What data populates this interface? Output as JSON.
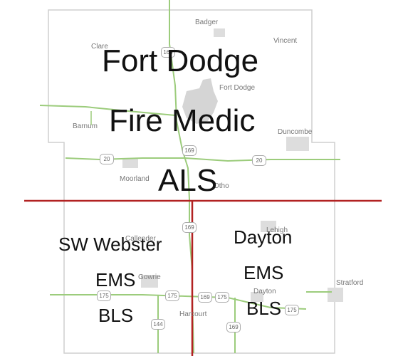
{
  "title": {
    "line1": "Fort Dodge",
    "line2": "Fire Medic",
    "line3": "ALS"
  },
  "zones": {
    "sw": {
      "line1": "SW Webster",
      "line2": "EMS",
      "line3": "BLS"
    },
    "se": {
      "line1": "Dayton",
      "line2": "EMS",
      "line3": "BLS"
    }
  },
  "towns": {
    "badger": "Badger",
    "clare": "Clare",
    "vincent": "Vincent",
    "fort_dodge": "Fort Dodge",
    "barnum": "Barnum",
    "duncombe": "Duncombe",
    "moorland": "Moorland",
    "otho": "Otho",
    "lehigh": "Lehigh",
    "callender": "Callender",
    "gowrie": "Gowrie",
    "dayton": "Dayton",
    "stratford": "Stratford",
    "harcourt": "Harcourt"
  },
  "highways": {
    "us169": "169",
    "us20": "20",
    "ia175": "175",
    "ia144": "144"
  },
  "colors": {
    "divider": "#b22222",
    "road": "#9ccc7c",
    "boundary": "#cccccc",
    "urban": "#d5d5d5"
  }
}
